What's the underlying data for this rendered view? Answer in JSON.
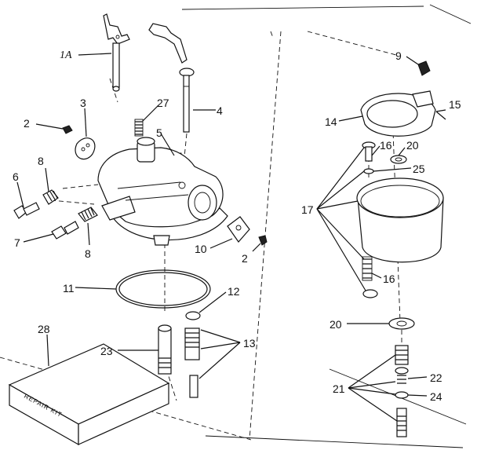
{
  "callouts": [
    {
      "id": "1A",
      "text": "1A"
    },
    {
      "id": "2a",
      "text": "2"
    },
    {
      "id": "2b",
      "text": "2"
    },
    {
      "id": "3",
      "text": "3"
    },
    {
      "id": "4",
      "text": "4"
    },
    {
      "id": "5",
      "text": "5"
    },
    {
      "id": "6",
      "text": "6"
    },
    {
      "id": "7",
      "text": "7"
    },
    {
      "id": "8a",
      "text": "8"
    },
    {
      "id": "8b",
      "text": "8"
    },
    {
      "id": "9",
      "text": "9"
    },
    {
      "id": "10",
      "text": "10"
    },
    {
      "id": "11",
      "text": "11"
    },
    {
      "id": "12",
      "text": "12"
    },
    {
      "id": "13",
      "text": "13"
    },
    {
      "id": "14",
      "text": "14"
    },
    {
      "id": "15",
      "text": "15"
    },
    {
      "id": "16a",
      "text": "16"
    },
    {
      "id": "16b",
      "text": "16"
    },
    {
      "id": "17",
      "text": "17"
    },
    {
      "id": "20a",
      "text": "20"
    },
    {
      "id": "20b",
      "text": "20"
    },
    {
      "id": "21",
      "text": "21"
    },
    {
      "id": "22",
      "text": "22"
    },
    {
      "id": "23",
      "text": "23"
    },
    {
      "id": "24",
      "text": "24"
    },
    {
      "id": "25",
      "text": "25"
    },
    {
      "id": "27",
      "text": "27"
    },
    {
      "id": "28",
      "text": "28"
    }
  ],
  "repair_kit": {
    "text": "REPAIR KIT"
  }
}
